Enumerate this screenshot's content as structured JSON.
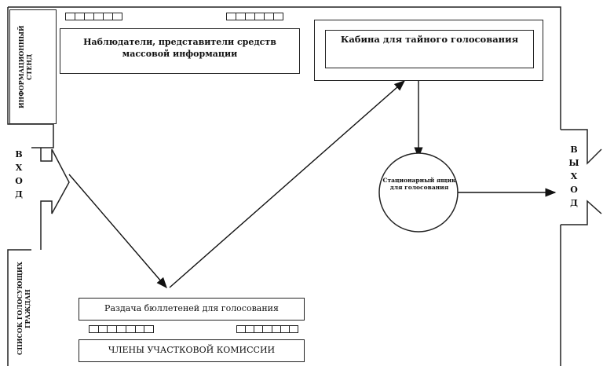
{
  "observers_box": {
    "label": "Наблюдатели, представители средств массовой информации"
  },
  "info_stand": {
    "label": "ИНФОРМАЦИОННЫЙ СТЕНД"
  },
  "voting_booth": {
    "label": "Кабина для тайного голосования"
  },
  "ballot_box": {
    "label": "Стационарный ящик для голосования"
  },
  "entrance": {
    "label": "ВХОД"
  },
  "exit": {
    "label": "ВЫХОД"
  },
  "voter_list_area": {
    "label": "СПИСОК ГОЛОСУЮЩИХ ГРАЖДАН"
  },
  "ballot_distribution": {
    "label": "Раздача бюллетеней для голосования"
  },
  "commission_members": {
    "label": "ЧЛЕНЫ УЧАСТКОВОЙ КОМИССИИ"
  }
}
